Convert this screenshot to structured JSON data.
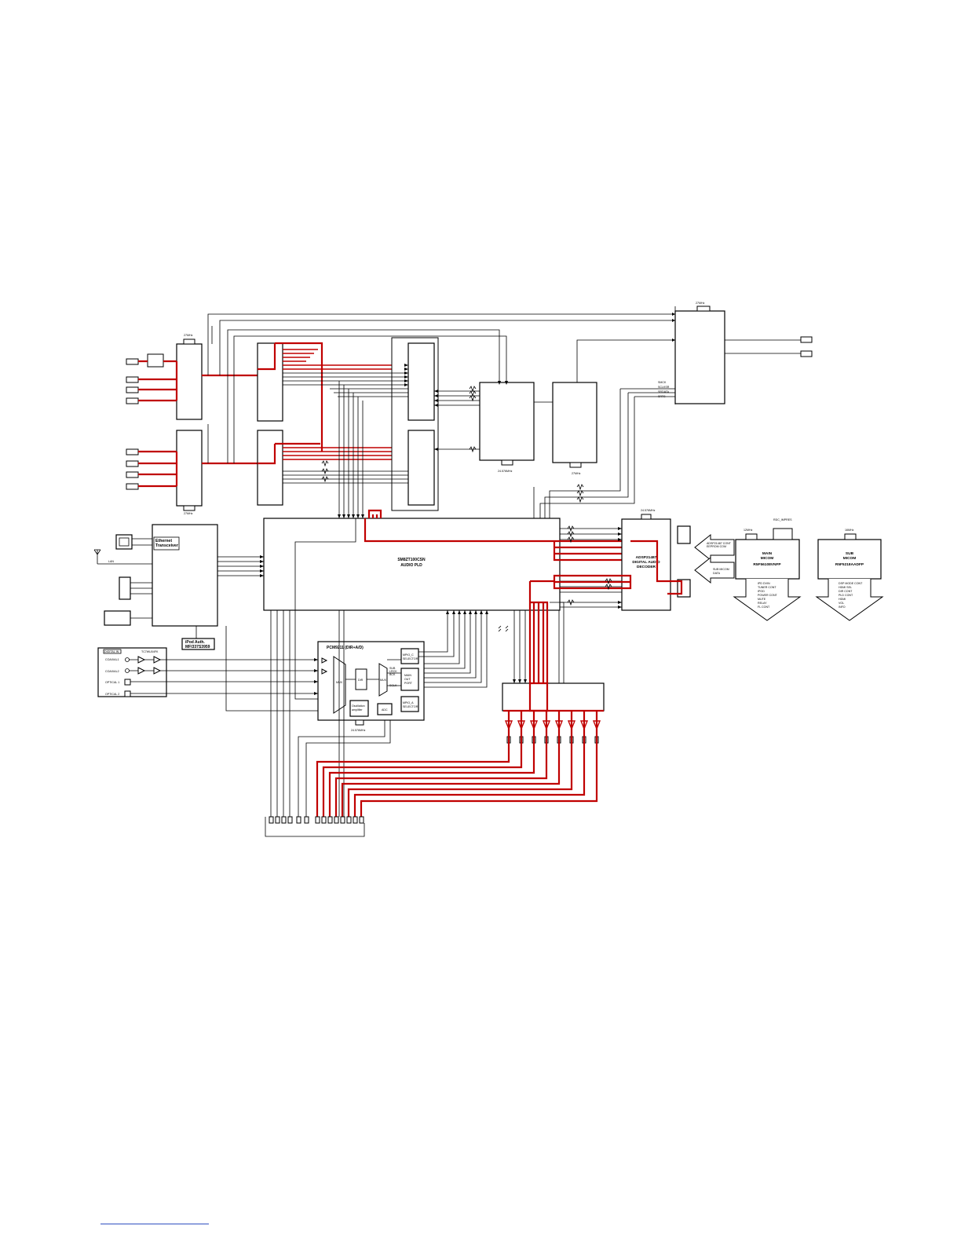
{
  "labels": {
    "pld": [
      "SM8ZT100CSN",
      "AUDIO PLD"
    ],
    "dsp": [
      "ADSP21487",
      "DIGITAL AUDIO",
      "DECODER"
    ],
    "ethernet": [
      "Ethernet",
      "Transceiver"
    ],
    "ipod": [
      "iPod Auth.",
      "MFI337S3959"
    ],
    "pcm": "PCM9211 (DIR+A/D)",
    "main_micom": [
      "MAIN",
      "MICOM",
      "R5F56108VNFP"
    ],
    "sub_micom": [
      "SUB",
      "MICOM",
      "R5F5218AADFP"
    ],
    "main_micom_list": [
      "IPD DVIN",
      "TUNER CONT",
      "IPOD",
      "POWER CONT",
      "MUTE",
      "RELAY",
      "FL CONT"
    ],
    "sub_micom_list": [
      "DSP MODE CONT",
      "HDMI SEL",
      "DIR CONT",
      "PLD CONT",
      "HDMI",
      "VOL",
      "INFO"
    ],
    "dsp_in_note": [
      "ADSP21487 CONT",
      "EEPROM COM"
    ],
    "sub_in_note": [
      "SUB MICOM",
      "DATA"
    ],
    "digital_in": "DIGITAL IN",
    "input_rows": [
      "COAXIAL1",
      "COAXIAL2",
      "OPTICAL 1",
      "OPTICAL 2"
    ],
    "in_amp": "TC7WU04FK",
    "pcm_blocks": {
      "mux": "MUX",
      "dir": "DIR",
      "mux2": "MUX",
      "sub_lrck": [
        "SUB",
        "LRCK",
        "BCK"
      ],
      "sclk": "SCLK",
      "mpio_c": [
        "MPIO_C",
        "SELECTOR"
      ],
      "main_out": [
        "MAIN",
        "OUT",
        "PORT"
      ],
      "mpio_a": [
        "MPIO_A",
        "SELECTOR"
      ],
      "osc": [
        "Oscillation",
        "amplifier"
      ],
      "adc": "ADC"
    },
    "dsp_crystal": "24.576MHz",
    "rdc_label": "RDC_IMPRES",
    "main_crystal": "12MHz",
    "sub_crystal": "16MHz",
    "top_crystal": "27MHz",
    "hdmi_crystal_a": "27MHz",
    "hdmi_crystal_b": "27MHz",
    "cpu_crystal_a": "24.576MHz",
    "cpu_crystal_b": "27MHz",
    "pcm_crystal": "24.576MHz",
    "right_bus": [
      "SMCK",
      "SCLKSR",
      "SRDATA",
      "SRTS"
    ],
    "lan_label": "LAN"
  }
}
